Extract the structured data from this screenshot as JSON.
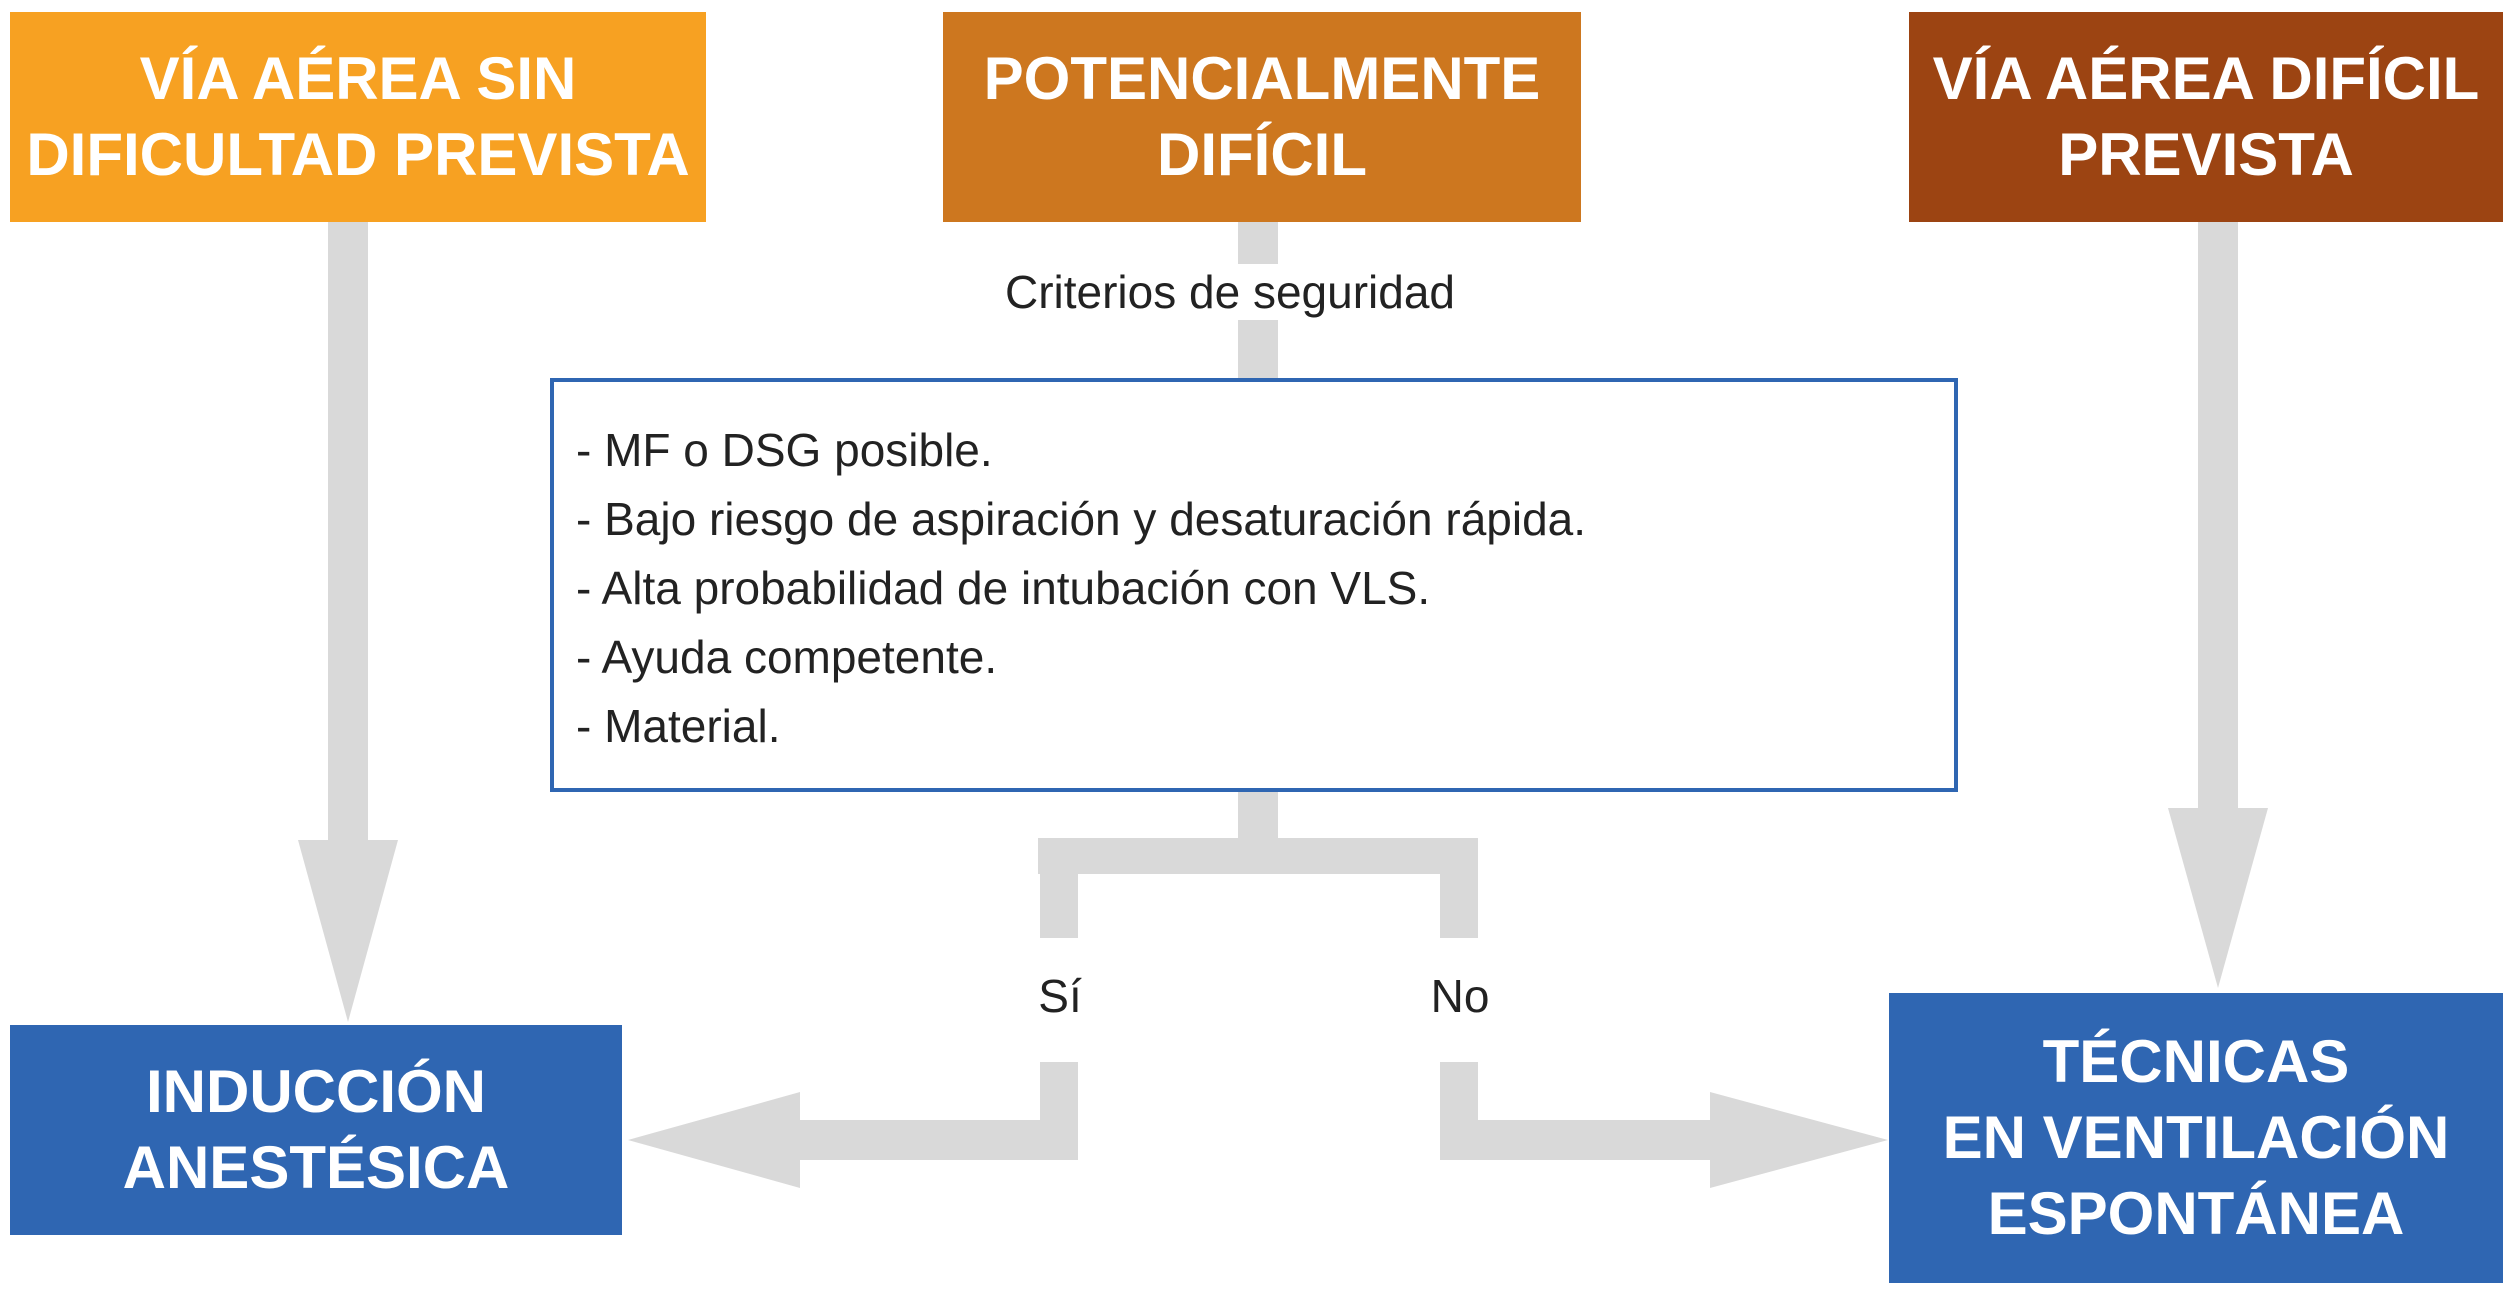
{
  "headers": {
    "unexpected": {
      "line1": "VÍA AÉREA SIN",
      "line2": "DIFICULTAD PREVISTA"
    },
    "potential": {
      "line1": "POTENCIALMENTE",
      "line2": "DIFÍCIL"
    },
    "difficult": {
      "line1": "VÍA AÉREA DIFÍCIL",
      "line2": "PREVISTA"
    }
  },
  "criteria": {
    "label": "Criterios de seguridad",
    "items": [
      "- MF o DSG posible.",
      "- Bajo riesgo de aspiración y desaturación rápida.",
      "- Alta probabilidad de intubación con VLS.",
      "- Ayuda competente.",
      "- Material."
    ]
  },
  "branches": {
    "yes": "Sí",
    "no": "No"
  },
  "outcomes": {
    "induction": {
      "line1": "INDUCCIÓN",
      "line2": "ANESTÉSICA"
    },
    "techniques": {
      "line1": "TÉCNICAS",
      "line2": "EN VENTILACIÓN",
      "line3": "ESPONTÁNEA"
    }
  },
  "colors": {
    "unexpected": "#f7a122",
    "potential": "#cd771f",
    "difficult": "#9c4412",
    "outcome": "#2f66b2",
    "connector": "#d9d9d9"
  }
}
